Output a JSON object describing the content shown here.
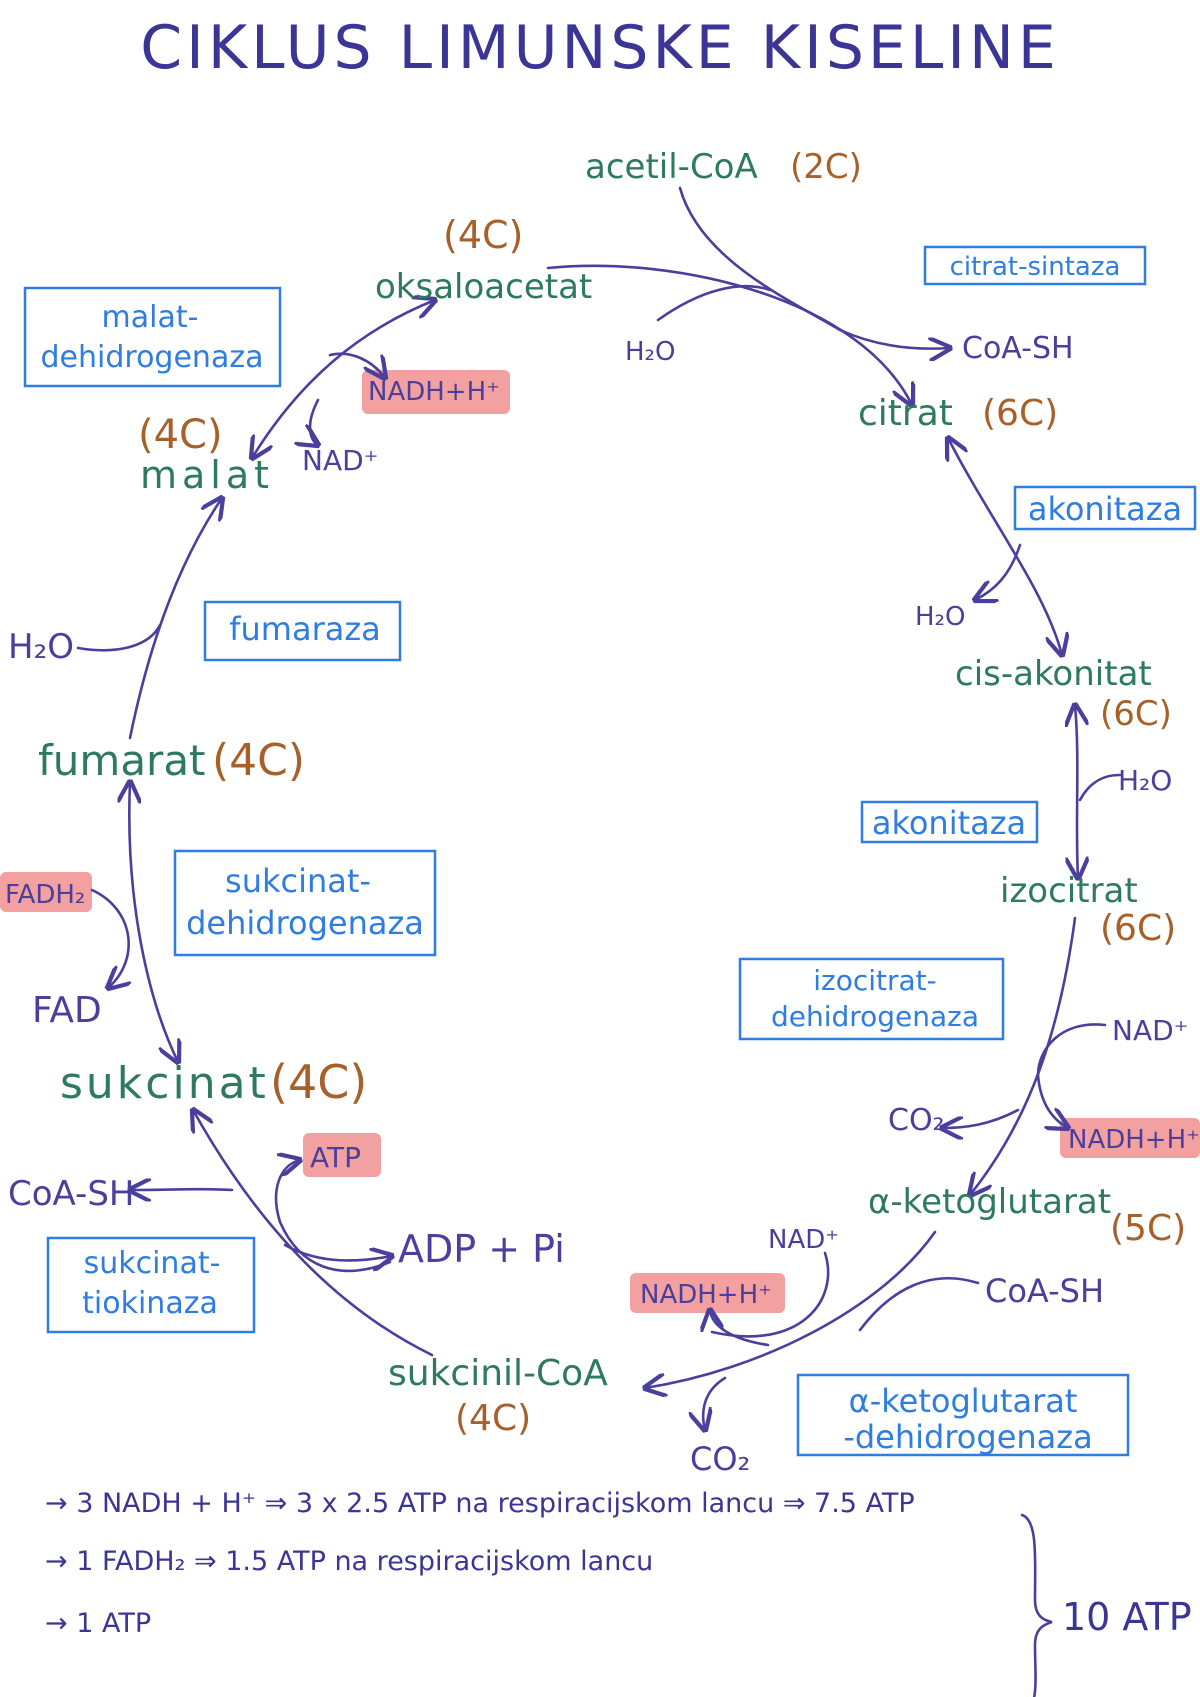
{
  "title": "CIKLUS LIMUNSKE KISELINE",
  "colors": {
    "compound": "#2e7a5c",
    "carbon": "#a8602a",
    "arrow": "#4a3f9c",
    "enzyme": "#2f7de0",
    "highlight": "#f2a0a0",
    "title": "#3b3595"
  },
  "compounds": {
    "acetyl_coa": "acetil-CoA",
    "acetyl_coa_c": "(2C)",
    "oxaloacetate_c": "(4C)",
    "oxaloacetate": "oksaloacetat",
    "citrate": "citrat",
    "citrate_c": "(6C)",
    "cis_aconitate": "cis-akonitat",
    "cis_aconitate_c": "(6C)",
    "isocitrate": "izocitrat",
    "isocitrate_c": "(6C)",
    "alpha_kg": "α-ketoglutarat",
    "alpha_kg_c": "(5C)",
    "succinyl_coa": "sukcinil-CoA",
    "succinyl_coa_c": "(4C)",
    "succinate": "sukcinat",
    "succinate_c": "(4C)",
    "fumarate": "fumarat",
    "fumarate_c": "(4C)",
    "malate_c": "(4C)",
    "malate": "malat"
  },
  "enzymes": {
    "citrate_synthase": "citrat-sintaza",
    "aconitase_1": "akonitaza",
    "aconitase_2": "akonitaza",
    "isocitrate_dh_1": "izocitrat-",
    "isocitrate_dh_2": "dehidrogenaza",
    "alpha_kg_dh_1": "α-ketoglutarat",
    "alpha_kg_dh_2": "-dehidrogenaza",
    "succinyl_coa_synthetase_1": "sukcinat-",
    "succinyl_coa_synthetase_2": "tiokinaza",
    "succinate_dh_1": "sukcinat-",
    "succinate_dh_2": "dehidrogenaza",
    "fumarase": "fumaraza",
    "malate_dh_1": "malat-",
    "malate_dh_2": "dehidrogenaza"
  },
  "cofactors": {
    "coa_sh_1": "CoA-SH",
    "h2o_1": "H₂O",
    "h2o_2": "H₂O",
    "h2o_3": "H₂O",
    "nad_1": "NAD⁺",
    "nadh_1": "NADH+H⁺",
    "co2_1": "CO₂",
    "nad_2": "NAD⁺",
    "nadh_2": "NADH+H⁺",
    "coa_sh_2": "CoA-SH",
    "co2_2": "CO₂",
    "atp": "ATP",
    "adp_pi": "ADP + Pi",
    "coa_sh_3": "CoA-SH",
    "fadh2": "FADH₂",
    "fad": "FAD",
    "h2o_4": "H₂O",
    "nadh_3": "NADH+H⁺",
    "nad_3": "NAD⁺"
  },
  "summary": {
    "line1": "→ 3 NADH + H⁺ ⇒ 3 x 2.5 ATP na respiracijskom lancu ⇒ 7.5 ATP",
    "line2": "→ 1 FADH₂ ⇒ 1.5 ATP na respiracijskom lancu",
    "line3": "→ 1 ATP",
    "total": "10 ATP"
  }
}
